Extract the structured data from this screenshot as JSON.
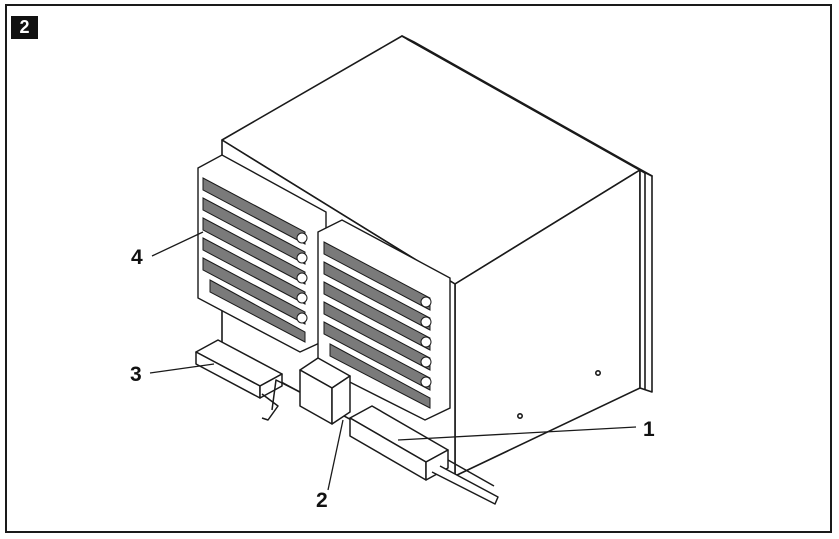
{
  "figure": {
    "number": "2"
  },
  "callouts": [
    {
      "id": "1",
      "label": "1"
    },
    {
      "id": "2",
      "label": "2"
    },
    {
      "id": "3",
      "label": "3"
    },
    {
      "id": "4",
      "label": "4"
    }
  ],
  "colors": {
    "line": "#1a1a1a",
    "fill": "#ffffff",
    "coil_shade": "#6e6e6e",
    "badge": "#111111"
  }
}
